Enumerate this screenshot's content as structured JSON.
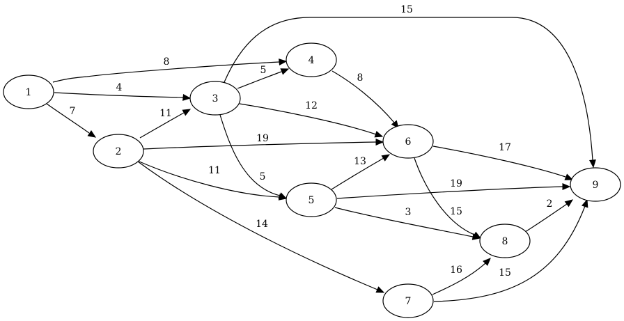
{
  "graph": {
    "type": "directed-weighted-graph",
    "nodes": [
      {
        "id": "1",
        "label": "1"
      },
      {
        "id": "2",
        "label": "2"
      },
      {
        "id": "3",
        "label": "3"
      },
      {
        "id": "4",
        "label": "4"
      },
      {
        "id": "5",
        "label": "5"
      },
      {
        "id": "6",
        "label": "6"
      },
      {
        "id": "7",
        "label": "7"
      },
      {
        "id": "8",
        "label": "8"
      },
      {
        "id": "9",
        "label": "9"
      }
    ],
    "edges": [
      {
        "from": "1",
        "to": "4",
        "weight": "8"
      },
      {
        "from": "1",
        "to": "3",
        "weight": "4"
      },
      {
        "from": "1",
        "to": "2",
        "weight": "7"
      },
      {
        "from": "2",
        "to": "3",
        "weight": "11"
      },
      {
        "from": "2",
        "to": "6",
        "weight": "19"
      },
      {
        "from": "2",
        "to": "5",
        "weight": "11"
      },
      {
        "from": "2",
        "to": "7",
        "weight": "14"
      },
      {
        "from": "3",
        "to": "4",
        "weight": "5"
      },
      {
        "from": "3",
        "to": "6",
        "weight": "12"
      },
      {
        "from": "3",
        "to": "5",
        "weight": "5"
      },
      {
        "from": "3",
        "to": "9",
        "weight": "15"
      },
      {
        "from": "4",
        "to": "6",
        "weight": "8"
      },
      {
        "from": "5",
        "to": "6",
        "weight": "13"
      },
      {
        "from": "5",
        "to": "9",
        "weight": "19"
      },
      {
        "from": "5",
        "to": "8",
        "weight": "3"
      },
      {
        "from": "6",
        "to": "9",
        "weight": "17"
      },
      {
        "from": "6",
        "to": "8",
        "weight": "15"
      },
      {
        "from": "7",
        "to": "8",
        "weight": "16"
      },
      {
        "from": "7",
        "to": "9",
        "weight": "15"
      },
      {
        "from": "8",
        "to": "9",
        "weight": "2"
      }
    ]
  }
}
